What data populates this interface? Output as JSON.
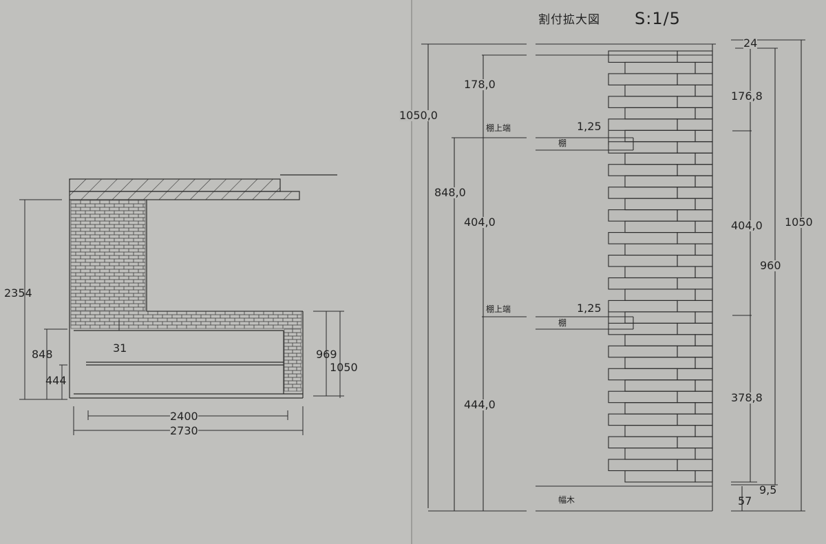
{
  "left_drawing": {
    "dim_total_height": "2354",
    "dim_848": "848",
    "dim_444": "444",
    "dim_31": "31",
    "dim_969": "969",
    "dim_1050": "1050",
    "dim_2400": "2400",
    "dim_2730": "2730"
  },
  "right_drawing": {
    "title": "割付拡大図",
    "scale": "S:1/5",
    "dim_1050_left": "1050,0",
    "dim_178": "178,0",
    "dim_848": "848,0",
    "dim_404_left": "404,0",
    "dim_444": "444,0",
    "shelf_top_label_1": "棚上端",
    "shelf_top_label_2": "棚上端",
    "shelf_label_1": "棚",
    "shelf_label_2": "棚",
    "dim_1_25_a": "1,25",
    "dim_1_25_b": "1,25",
    "baseboard_label": "幅木",
    "dim_24": "24",
    "dim_176_8": "176,8",
    "dim_404_right": "404,0",
    "dim_960": "960",
    "dim_1050_right": "1050",
    "dim_378_8": "378,8",
    "dim_9_5": "9,5",
    "dim_57": "57"
  }
}
